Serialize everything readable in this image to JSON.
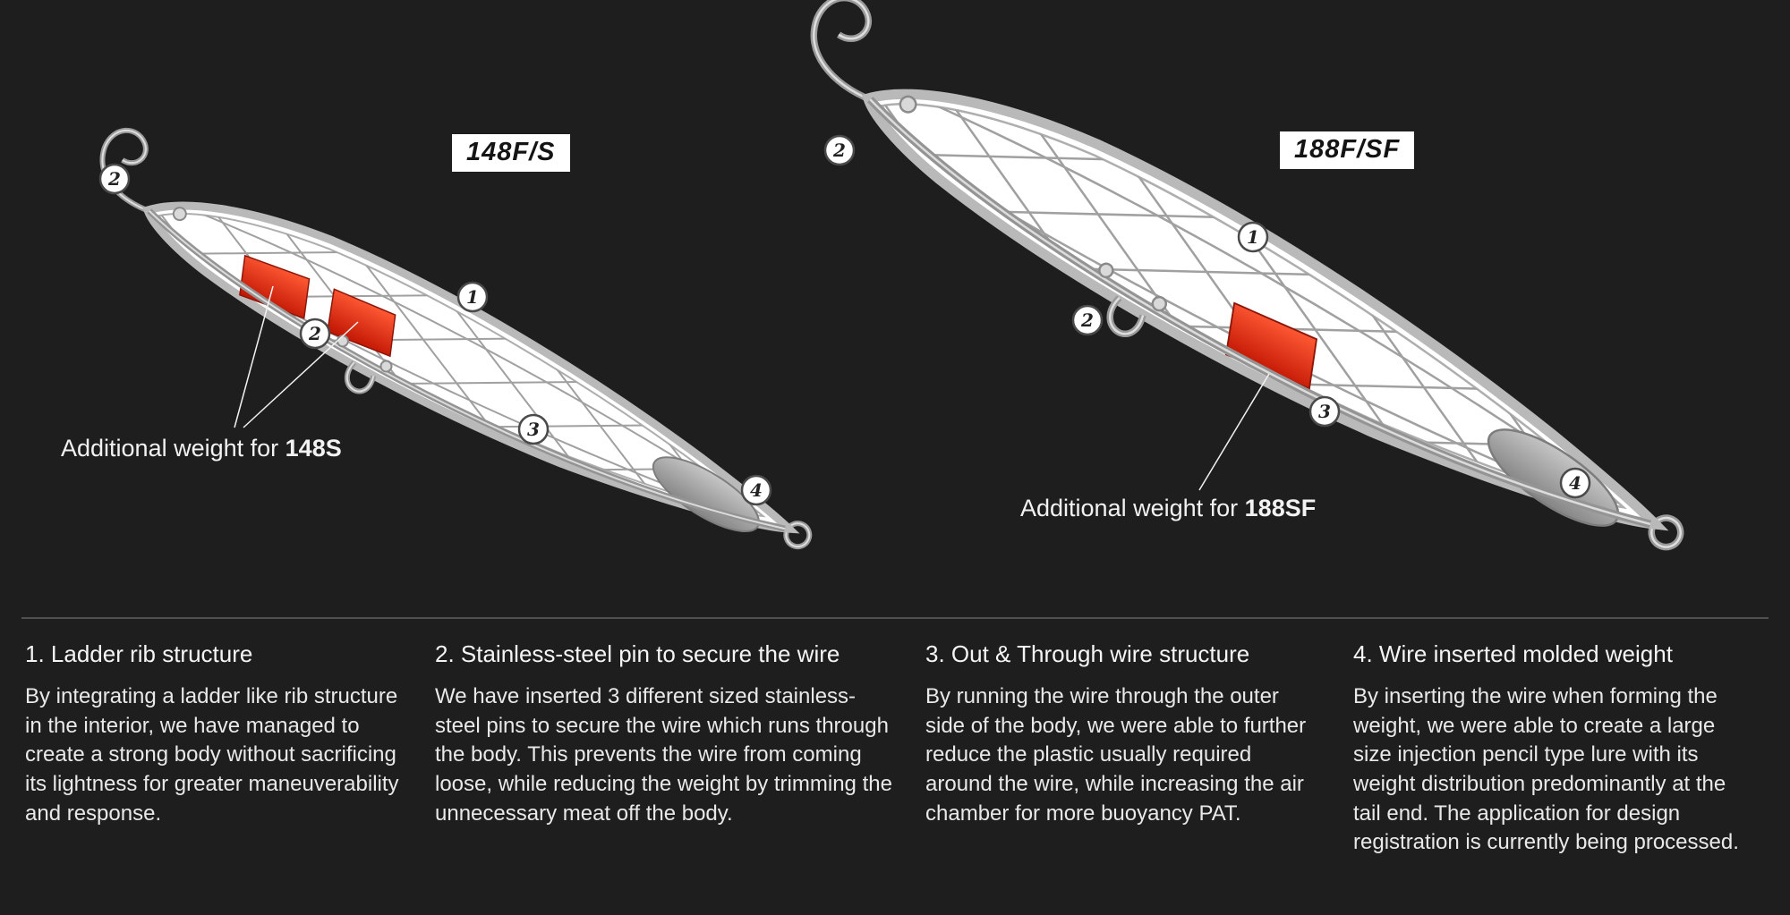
{
  "colors": {
    "background": "#1e1e1e",
    "accent_red": "#e03018",
    "lure_outline": "#b9b9b9",
    "weight_gray": "#8b8b8b",
    "text": "#e9e9e9"
  },
  "diagrams": [
    {
      "model_label": "148F/S",
      "weight_note": {
        "prefix": "Additional weight for ",
        "model": "148S"
      },
      "callouts": {
        "ladder_rib": "1",
        "nose_pin": "2",
        "belly_pin": "2",
        "wire": "3",
        "weight": "4"
      }
    },
    {
      "model_label": "188F/SF",
      "weight_note": {
        "prefix": "Additional weight for ",
        "model": "188SF"
      },
      "callouts": {
        "ladder_rib": "1",
        "nose_pin": "2",
        "belly_pin": "2",
        "wire": "3",
        "weight": "4"
      }
    }
  ],
  "features": [
    {
      "heading": "1. Ladder rib structure",
      "body": "By integrating a ladder like rib structure in the interior, we have managed to create a strong body without sacrificing its lightness for greater maneuverability and response."
    },
    {
      "heading": "2. Stainless-steel pin to secure the wire",
      "body": "We have inserted 3 different sized stainless-steel pins to secure the wire which runs through the body. This prevents the wire from coming loose, while reducing the weight by trimming the unnecessary meat off the body."
    },
    {
      "heading": "3. Out & Through wire structure",
      "body": "By running the wire through the outer side of the body, we were able to further reduce the plastic usually required around the wire, while increasing the air chamber for more buoyancy PAT."
    },
    {
      "heading": "4. Wire inserted molded weight",
      "body": "By inserting the wire when forming the weight, we were able to create a large size injection pencil type lure with its weight distribution predominantly at the tail end. The application for design registration is currently being processed."
    }
  ]
}
